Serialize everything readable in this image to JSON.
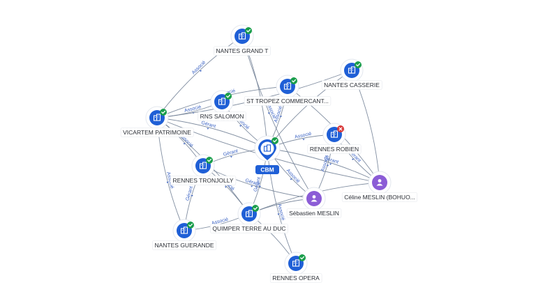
{
  "colors": {
    "company": "#1f5fd6",
    "person": "#8b5cd6",
    "edge": "#6b7a90",
    "edge_label": "#3b63c4",
    "status_ok": "#1a9e4b",
    "status_closed": "#d93838"
  },
  "graph": {
    "central": {
      "id": "cbm",
      "label": "CBM",
      "type": "company",
      "status": "ok",
      "icon": "building-icon"
    },
    "nodes": [
      {
        "id": "nantes-grand-t",
        "label": "NANTES GRAND T",
        "type": "company",
        "status": "ok",
        "icon": "building-icon"
      },
      {
        "id": "nantes-casserie",
        "label": "NANTES CASSERIE",
        "type": "company",
        "status": "ok",
        "icon": "building-icon"
      },
      {
        "id": "st-tropez",
        "label": "ST TROPEZ COMMERCANT...",
        "type": "company",
        "status": "ok",
        "icon": "building-icon"
      },
      {
        "id": "rns-salomon",
        "label": "RNS SALOMON",
        "type": "company",
        "status": "ok",
        "icon": "building-icon"
      },
      {
        "id": "vicartem",
        "label": "VICARTEM PATRIMOINE",
        "type": "company",
        "status": "ok",
        "icon": "building-icon"
      },
      {
        "id": "rennes-robien",
        "label": "RENNES ROBIEN",
        "type": "company",
        "status": "closed",
        "icon": "building-icon"
      },
      {
        "id": "rennes-tronjolly",
        "label": "RENNES TRONJOLLY",
        "type": "company",
        "status": "ok",
        "icon": "building-icon"
      },
      {
        "id": "celine-meslin",
        "label": "Céline MESLIN (BOHUO...",
        "type": "person",
        "status": "none",
        "icon": "person-icon"
      },
      {
        "id": "sebastien-meslin",
        "label": "Sébastien MESLIN",
        "type": "person",
        "status": "none",
        "icon": "person-icon"
      },
      {
        "id": "quimper",
        "label": "QUIMPER TERRE AU DUC",
        "type": "company",
        "status": "ok",
        "icon": "building-icon"
      },
      {
        "id": "nantes-guerande",
        "label": "NANTES GUERANDE",
        "type": "company",
        "status": "ok",
        "icon": "building-icon"
      },
      {
        "id": "rennes-opera",
        "label": "RENNES OPERA",
        "type": "company",
        "status": "ok",
        "icon": "building-icon"
      }
    ],
    "edges": [
      {
        "from": "cbm",
        "to": "nantes-grand-t",
        "label": ""
      },
      {
        "from": "cbm",
        "to": "nantes-casserie",
        "label": ""
      },
      {
        "from": "cbm",
        "to": "st-tropez",
        "label": "Associé"
      },
      {
        "from": "cbm",
        "to": "rns-salomon",
        "label": "Associé"
      },
      {
        "from": "cbm",
        "to": "vicartem",
        "label": "Gérant"
      },
      {
        "from": "cbm",
        "to": "rennes-robien",
        "label": "Associé"
      },
      {
        "from": "cbm",
        "to": "rennes-tronjolly",
        "label": "Gérant"
      },
      {
        "from": "cbm",
        "to": "celine-meslin",
        "label": "Gérant"
      },
      {
        "from": "cbm",
        "to": "sebastien-meslin",
        "label": "Associé"
      },
      {
        "from": "cbm",
        "to": "quimper",
        "label": "Gérant"
      },
      {
        "from": "cbm",
        "to": "rennes-opera",
        "label": "Associé"
      },
      {
        "from": "vicartem",
        "to": "nantes-grand-t",
        "label": "Associé"
      },
      {
        "from": "vicartem",
        "to": "rns-salomon",
        "label": "Associé"
      },
      {
        "from": "vicartem",
        "to": "st-tropez",
        "label": "Associé"
      },
      {
        "from": "vicartem",
        "to": "nantes-casserie",
        "label": ""
      },
      {
        "from": "vicartem",
        "to": "rennes-tronjolly",
        "label": "Associé"
      },
      {
        "from": "vicartem",
        "to": "nantes-guerande",
        "label": "Associé"
      },
      {
        "from": "vicartem",
        "to": "quimper",
        "label": ""
      },
      {
        "from": "celine-meslin",
        "to": "nantes-casserie",
        "label": ""
      },
      {
        "from": "celine-meslin",
        "to": "rennes-robien",
        "label": "Gérant"
      },
      {
        "from": "celine-meslin",
        "to": "st-tropez",
        "label": ""
      },
      {
        "from": "celine-meslin",
        "to": "vicartem",
        "label": ""
      },
      {
        "from": "celine-meslin",
        "to": "quimper",
        "label": ""
      },
      {
        "from": "sebastien-meslin",
        "to": "nantes-grand-t",
        "label": "Associé"
      },
      {
        "from": "sebastien-meslin",
        "to": "rennes-robien",
        "label": "Associé"
      },
      {
        "from": "sebastien-meslin",
        "to": "rennes-tronjolly",
        "label": "Gérant"
      },
      {
        "from": "sebastien-meslin",
        "to": "quimper",
        "label": ""
      },
      {
        "from": "nantes-guerande",
        "to": "rennes-tronjolly",
        "label": "Gérant"
      },
      {
        "from": "nantes-guerande",
        "to": "quimper",
        "label": "Associé"
      },
      {
        "from": "quimper",
        "to": "rennes-opera",
        "label": ""
      },
      {
        "from": "quimper",
        "to": "rennes-tronjolly",
        "label": "Associé"
      }
    ]
  }
}
